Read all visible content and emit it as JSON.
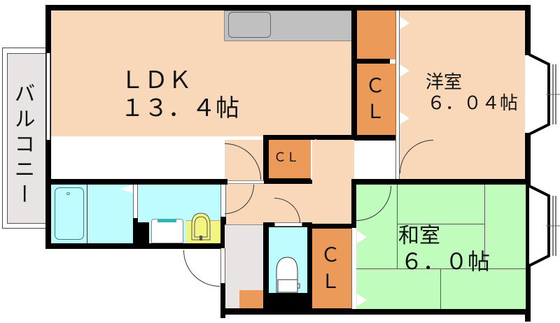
{
  "floor_plan": {
    "rooms": {
      "ldk": {
        "name": "ＬＤＫ",
        "size": "１３．４帖"
      },
      "western_room": {
        "name": "洋室",
        "size": "６．０４帖"
      },
      "japanese_room": {
        "name": "和室",
        "size": "６．０帖"
      },
      "balcony": {
        "name": "バルコニー"
      },
      "closet_upper": {
        "name_line1": "Ｃ",
        "name_line2": "Ｌ"
      },
      "closet_hall": {
        "name": "ＣＬ"
      },
      "closet_lower": {
        "name_line1": "Ｃ",
        "name_line2": "Ｌ"
      }
    },
    "colors": {
      "ldk": "#f8d8b8",
      "closet": "#ec9a5a",
      "wet_area": "#bdfdff",
      "tatami": "#c0fcbc",
      "entrance": "#e8e4e4",
      "counter": "#c0c0c0",
      "wall": "#000000"
    }
  }
}
